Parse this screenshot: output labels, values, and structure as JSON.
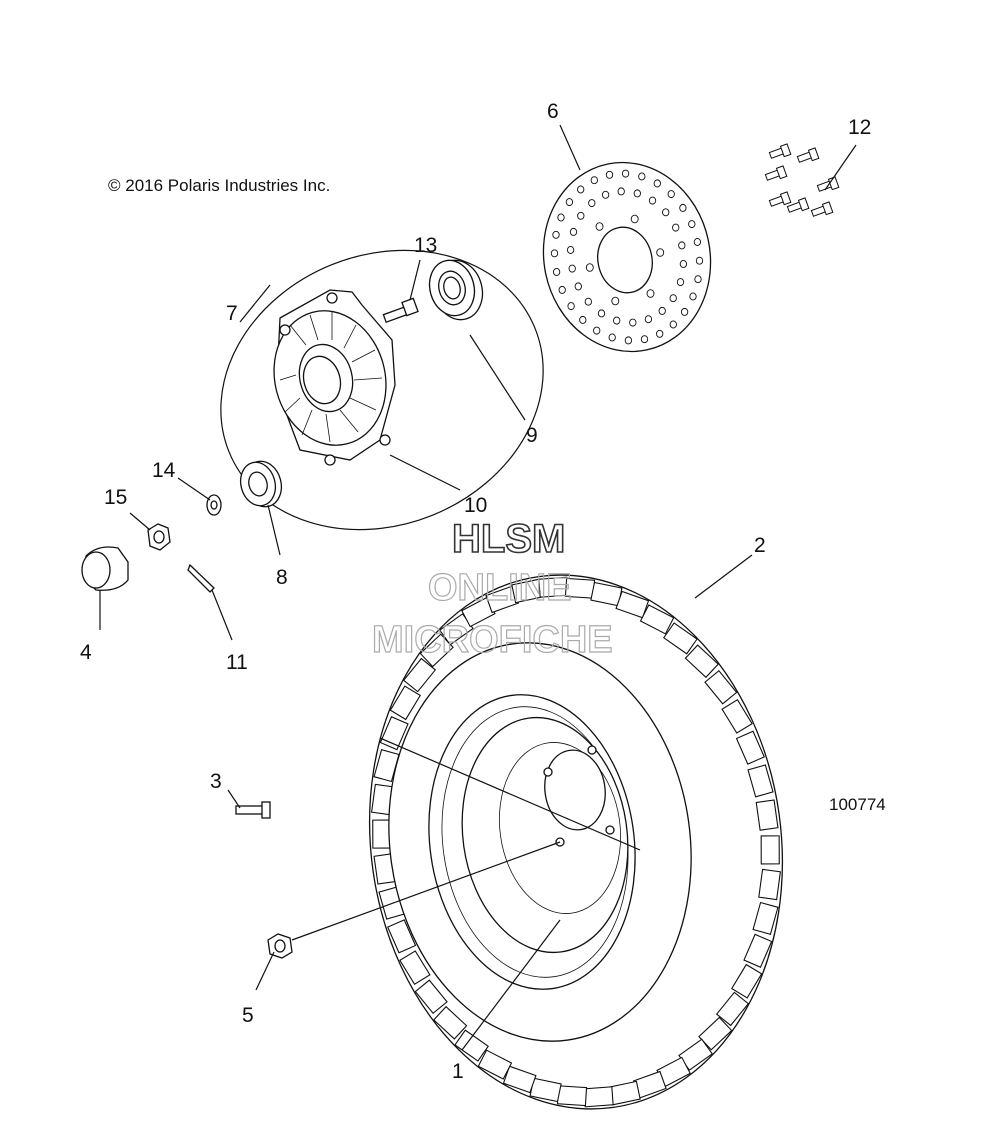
{
  "copyright": "© 2016 Polaris Industries Inc.",
  "figure_id": "100774",
  "watermark": {
    "line1": "HLSM",
    "line2": "ONLINE",
    "line3": "MICROFICHE"
  },
  "callouts": {
    "c1": "1",
    "c2": "2",
    "c3": "3",
    "c4": "4",
    "c5": "5",
    "c6": "6",
    "c7": "7",
    "c8": "8",
    "c9": "9",
    "c10": "10",
    "c11": "11",
    "c12": "12",
    "c13": "13",
    "c14": "14",
    "c15": "15"
  },
  "parts": [
    "wheel-tire",
    "tire",
    "stud",
    "hub-cap",
    "lug-nut",
    "brake-disc",
    "hub-assembly",
    "bearing",
    "bearing",
    "hub",
    "cotter-pin",
    "disc-bolts",
    "wheel-stud",
    "washer",
    "castle-nut"
  ]
}
